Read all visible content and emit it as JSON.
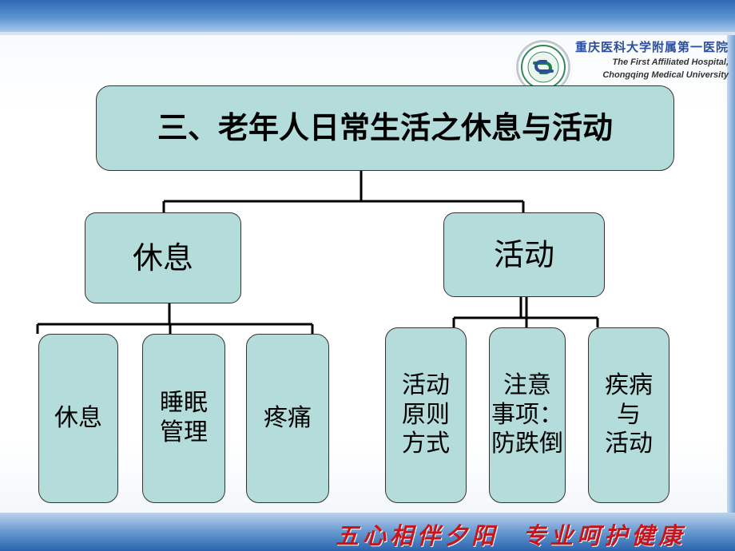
{
  "header": {
    "hospital_cn": "重庆医科大学附属第一医院",
    "hospital_en_line1": "The First Affiliated Hospital,",
    "hospital_en_line2": "Chongqing Medical University",
    "logo_icon": "hospital-emblem-icon"
  },
  "diagram": {
    "root": "三、老年人日常生活之休息与活动",
    "branches": [
      {
        "label": "休息",
        "children": [
          "休息",
          "睡眠\n管理",
          "疼痛"
        ]
      },
      {
        "label": "活动",
        "children": [
          "活动\n原则\n方式",
          "注意\n事项：\n防跌倒",
          "疾病\n与\n活动"
        ]
      }
    ]
  },
  "footer": {
    "slogan": "五心相伴夕阳  专业呵护健康"
  },
  "colors": {
    "box_fill": "#b4dcda",
    "banner_blue": "#2f6bb5",
    "slogan_red": "#c8141b"
  }
}
